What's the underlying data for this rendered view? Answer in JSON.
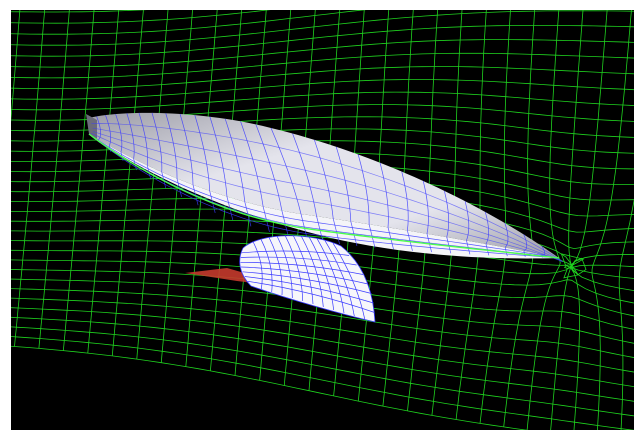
{
  "scene": {
    "description_visible_text": "",
    "colors": {
      "background": "#000000",
      "water_mesh": "#1fd21f",
      "hull_mesh": "#3a3aff",
      "hull_top_light": "#e4e4ec",
      "hull_top_dark": "#9c9ca6",
      "hull_transom": "#6c6c7a",
      "hull_underside": "#f4f4f8",
      "waterline": "#4cff4c",
      "keel_fill": "#f6f6fa",
      "rudder_shadow": "#c43a2c"
    },
    "icons": [
      "water-surface-mesh",
      "hull-mesh",
      "keel",
      "rudder"
    ]
  }
}
